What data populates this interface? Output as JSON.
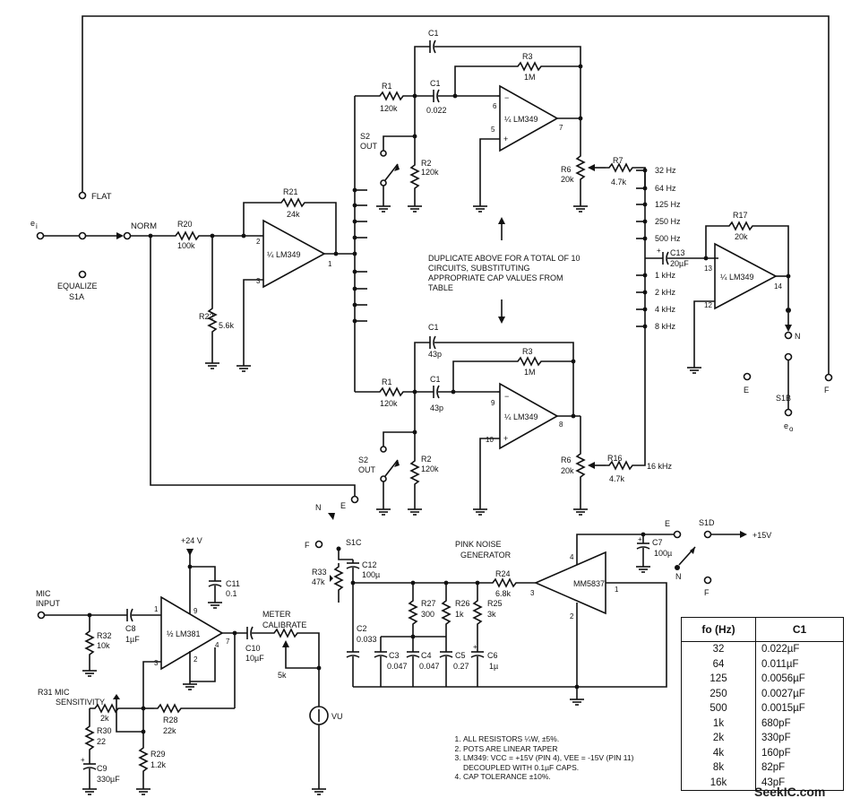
{
  "labels": {
    "e1": "e",
    "e1_sub": "i",
    "norm": "NORM",
    "flat": "FLAT",
    "equalize": "EQUALIZE",
    "s1a": "S1A",
    "r20": "R20",
    "r20_val": "100k",
    "r21": "R21",
    "r21_val": "24k",
    "r22": "R22",
    "r22_val": "5.6k",
    "opamp_in": "¼ LM349",
    "pin2": "2",
    "pin3": "3",
    "pin1": "1",
    "c1": "C1",
    "c1_val_top": "0.022",
    "c1_val_bot": "43p",
    "c1_bot_top_val": "43p",
    "r1": "R1",
    "r1_val": "120k",
    "r2": "R2",
    "r2_val": "120k",
    "r3": "R3",
    "r3_val": "1M",
    "opamp_band": "¼ LM349",
    "pin6": "6",
    "pin5": "5",
    "pin7": "7",
    "pin9": "9",
    "pin10": "10",
    "pin8": "8",
    "s2_out_a": "S2",
    "s2_out_b": "OUT",
    "r6": "R6",
    "r6_val": "20k",
    "r7": "R7",
    "r7_val": "4.7k",
    "r16": "R16",
    "r16_val": "4.7k",
    "freq_16k": "16 kHz",
    "c13": "C13",
    "c13_val": "20µF",
    "c13_plus": "+",
    "r17": "R17",
    "r17_val": "20k",
    "pin13": "13",
    "pin12": "12",
    "pin14": "14",
    "opamp_out": "¼ LM349",
    "node_n": "N",
    "node_e": "E",
    "node_f": "F",
    "s1b": "S1B",
    "e0": "e",
    "e0_sub": "o",
    "s1c": "S1C",
    "s1d": "S1D",
    "plus15": "+15V",
    "plus24": "+24 V",
    "c11": "C11",
    "c11_val": "0.1",
    "mic_input_a": "MIC",
    "mic_input_b": "INPUT",
    "r32": "R32",
    "r32_val": "10k",
    "c8": "C8",
    "c8_val": "1µF",
    "lm381": "½ LM381",
    "pin_381_1": "1",
    "pin_381_9": "9",
    "pin_381_7": "7",
    "pin_381_3": "3",
    "pin_381_2": "2",
    "pin_381_4": "4",
    "c10": "C10",
    "c10_val": "10µF",
    "meter_a": "METER",
    "meter_b": "CALIBRATE",
    "pot_5k": "5k",
    "vu": "VU",
    "r31_a": "R31 MIC",
    "r31_b": "SENSITIVITY",
    "pot_2k": "2k",
    "r28": "R28",
    "r28_val": "22k",
    "r30": "R30",
    "r30_val": "22",
    "c9": "C9",
    "c9_val": "330µF",
    "r29": "R29",
    "r29_val": "1.2k",
    "pink_a": "PINK NOISE",
    "pink_b": "GENERATOR",
    "r33": "R33",
    "r33_val": "47k",
    "c12": "C12",
    "c12_val": "100µ",
    "r24": "R24",
    "r24_val": "6.8k",
    "mm5837": "MM5837",
    "pin_mm_3": "3",
    "pin_mm_4": "4",
    "pin_mm_1": "1",
    "pin_mm_2": "2",
    "c7": "C7",
    "c7_val": "100µ",
    "r27": "R27",
    "r27_val": "300",
    "r26": "R26",
    "r26_val": "1k",
    "r25": "R25",
    "r25_val": "3k",
    "c2": "C2",
    "c2_val": "0.033",
    "c3": "C3",
    "c3_val": "0.047",
    "c4": "C4",
    "c4_val": "0.047",
    "c5": "C5",
    "c5_val": "0.27",
    "c6": "C6",
    "c6_val": "1µ",
    "watermark": "SeekIC.com"
  },
  "freq_taps": [
    "32 Hz",
    "64 Hz",
    "125 Hz",
    "250 Hz",
    "500 Hz",
    "1 kHz",
    "2 kHz",
    "4 kHz",
    "8 kHz"
  ],
  "duplicate_note": "DUPLICATE ABOVE FOR A TOTAL OF 10 CIRCUITS, SUBSTITUTING APPROPRIATE CAP VALUES FROM TABLE",
  "notes": [
    "ALL RESISTORS ¼W, ±5%.",
    "POTS ARE LINEAR TAPER",
    "LM349: VCC = +15V (PIN 4), VEE = -15V (PIN 11) DECOUPLED WITH 0.1µF CAPS.",
    "CAP TOLERANCE ±10%."
  ],
  "cap_table": {
    "headers": [
      "fo (Hz)",
      "C1"
    ],
    "rows": [
      [
        "32",
        "0.022µF"
      ],
      [
        "64",
        "0.011µF"
      ],
      [
        "125",
        "0.0056µF"
      ],
      [
        "250",
        "0.0027µF"
      ],
      [
        "500",
        "0.0015µF"
      ],
      [
        "1k",
        "680pF"
      ],
      [
        "2k",
        "330pF"
      ],
      [
        "4k",
        "160pF"
      ],
      [
        "8k",
        "82pF"
      ],
      [
        "16k",
        "43pF"
      ]
    ]
  }
}
